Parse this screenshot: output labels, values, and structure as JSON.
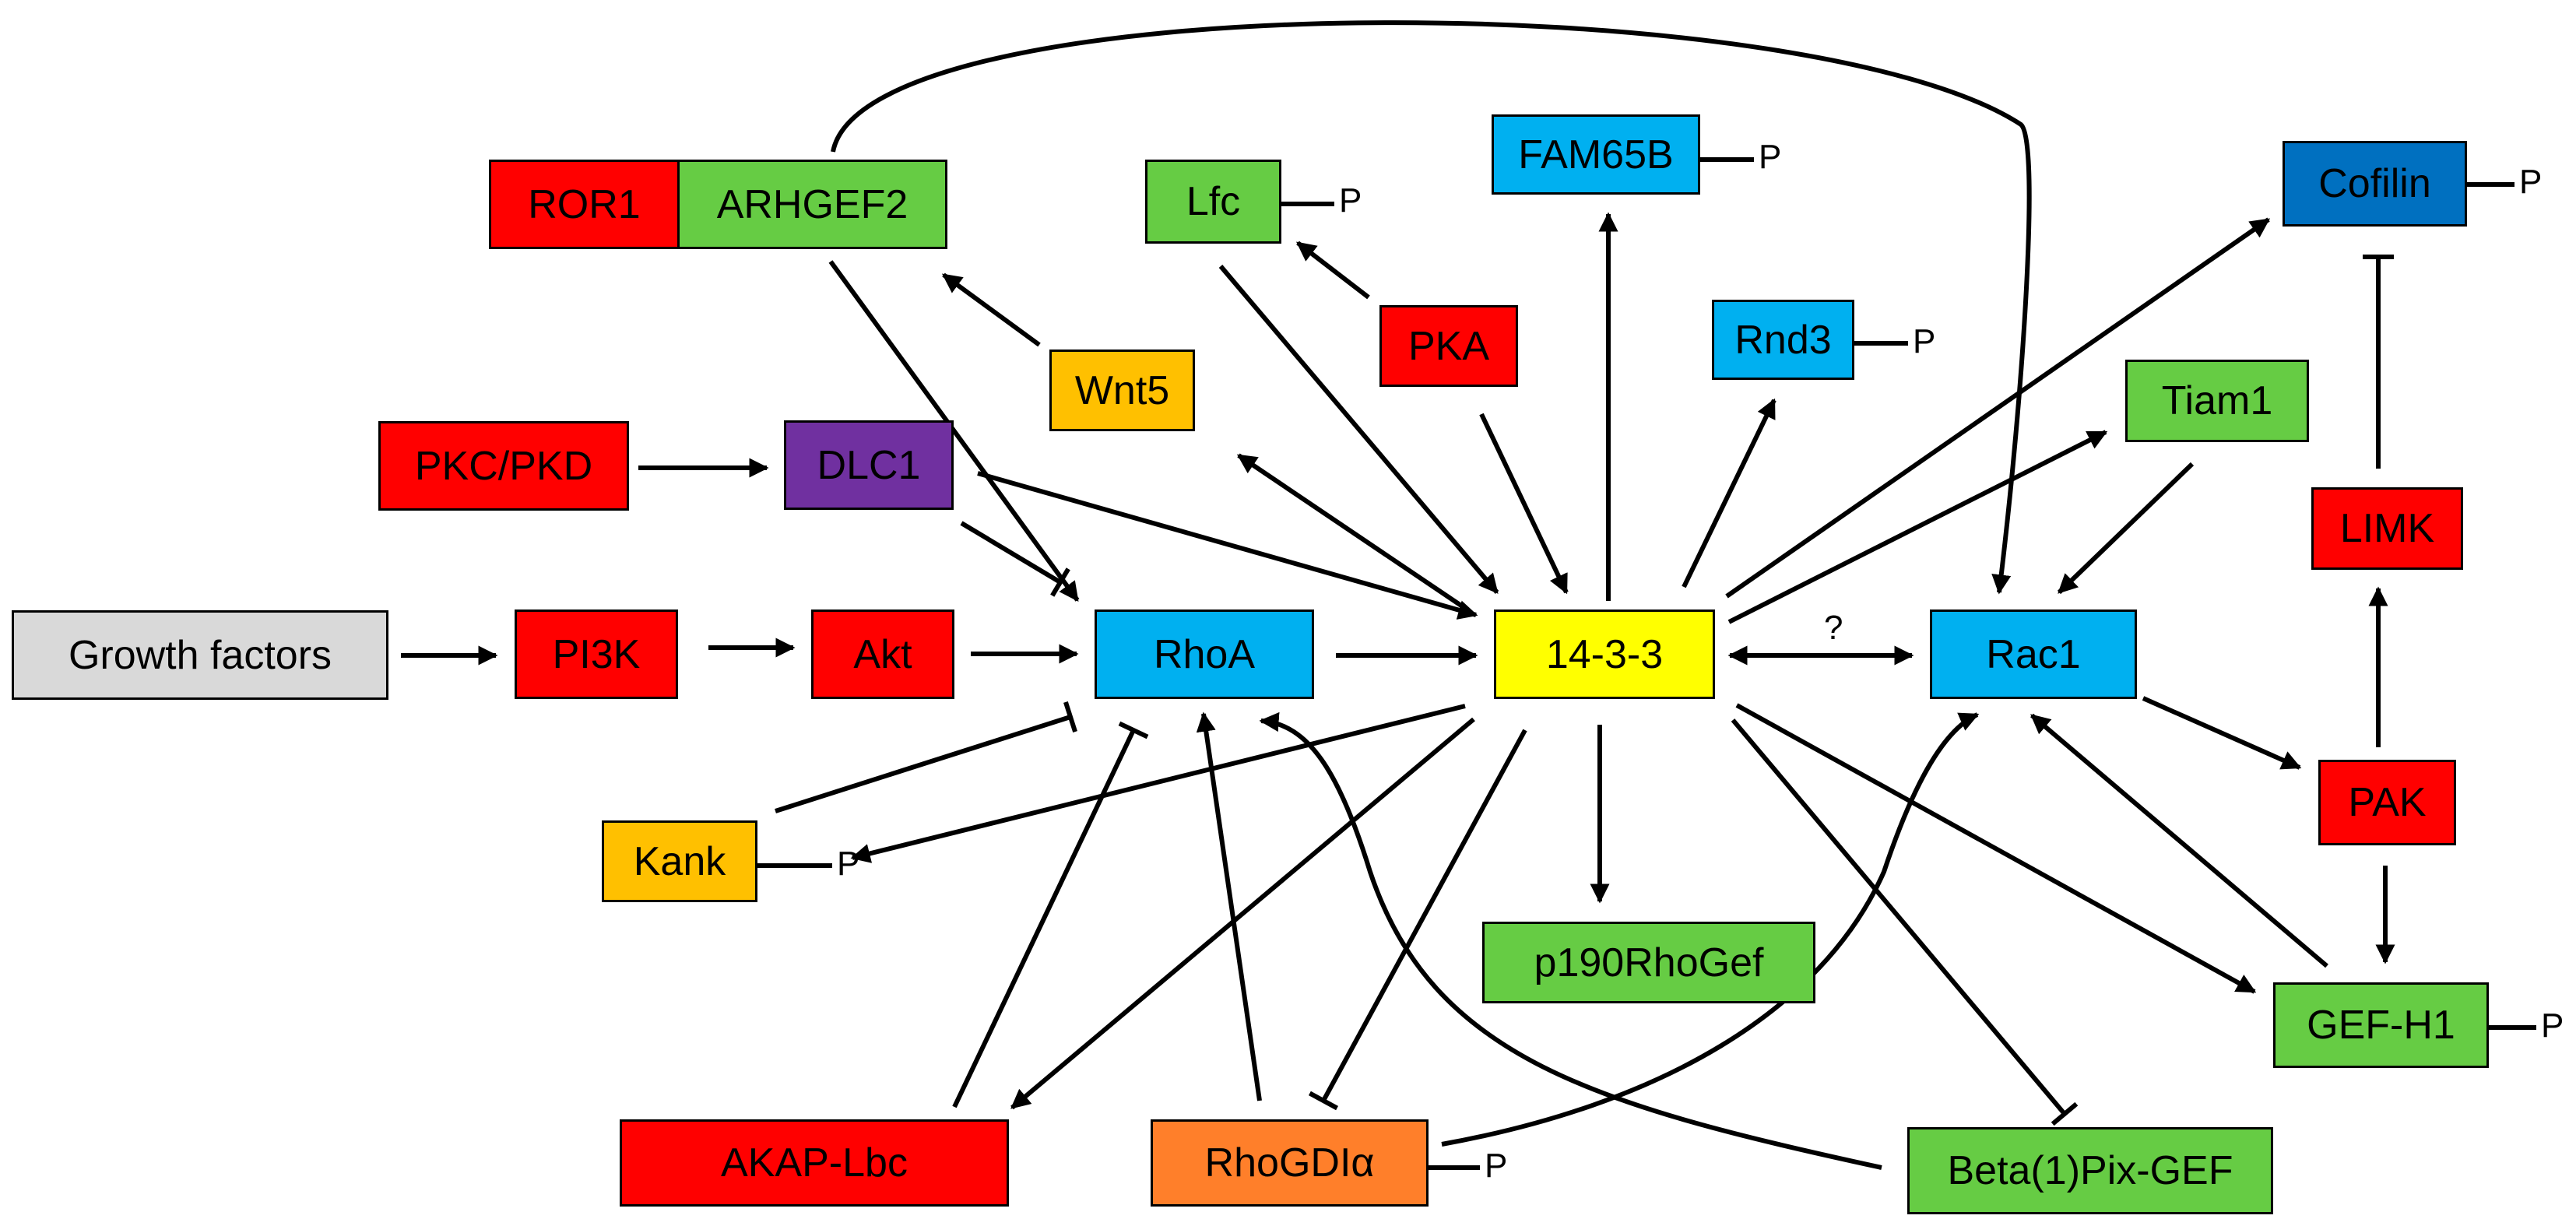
{
  "colors": {
    "red": "#ff0000",
    "green": "#66cc44",
    "light_blue": "#00b0f0",
    "dark_blue": "#0070c0",
    "yellow": "#ffff00",
    "orange_yellow": "#ffc000",
    "purple": "#7030a0",
    "gray": "#d9d9d9",
    "orange": "#ff7f2a",
    "edge": "#000000"
  },
  "nodes": {
    "ror1": {
      "label": "ROR1",
      "fill": "red",
      "text": "#000000"
    },
    "arhgef2": {
      "label": "ARHGEF2",
      "fill": "green",
      "text": "#000000"
    },
    "lfc": {
      "label": "Lfc",
      "fill": "green",
      "text": "#000000"
    },
    "fam65b": {
      "label": "FAM65B",
      "fill": "light_blue",
      "text": "#000000"
    },
    "cofilin": {
      "label": "Cofilin",
      "fill": "dark_blue",
      "text": "#000000"
    },
    "wnt5": {
      "label": "Wnt5",
      "fill": "orange_yellow",
      "text": "#000000"
    },
    "pka": {
      "label": "PKA",
      "fill": "red",
      "text": "#000000"
    },
    "rnd3": {
      "label": "Rnd3",
      "fill": "light_blue",
      "text": "#000000"
    },
    "tiam1": {
      "label": "Tiam1",
      "fill": "green",
      "text": "#000000"
    },
    "pkc_pkd": {
      "label": "PKC/PKD",
      "fill": "red",
      "text": "#000000"
    },
    "dlc1": {
      "label": "DLC1",
      "fill": "purple",
      "text": "#000000"
    },
    "limk": {
      "label": "LIMK",
      "fill": "red",
      "text": "#000000"
    },
    "growth_factors": {
      "label": "Growth factors",
      "fill": "gray",
      "text": "#000000"
    },
    "pi3k": {
      "label": "PI3K",
      "fill": "red",
      "text": "#000000"
    },
    "akt": {
      "label": "Akt",
      "fill": "red",
      "text": "#000000"
    },
    "rhoa": {
      "label": "RhoA",
      "fill": "light_blue",
      "text": "#000000"
    },
    "p1433": {
      "label": "14-3-3",
      "fill": "yellow",
      "text": "#000000"
    },
    "rac1": {
      "label": "Rac1",
      "fill": "light_blue",
      "text": "#000000"
    },
    "pak": {
      "label": "PAK",
      "fill": "red",
      "text": "#000000"
    },
    "kank": {
      "label": "Kank",
      "fill": "orange_yellow",
      "text": "#000000"
    },
    "p190rhogef": {
      "label": "p190RhoGef",
      "fill": "green",
      "text": "#000000"
    },
    "gefh1": {
      "label": "GEF-H1",
      "fill": "green",
      "text": "#000000"
    },
    "akap_lbc": {
      "label": "AKAP-Lbc",
      "fill": "red",
      "text": "#000000"
    },
    "rhogdia": {
      "label": "RhoGDIα",
      "fill": "orange",
      "text": "#000000"
    },
    "beta1pix": {
      "label": "Beta(1)Pix-GEF",
      "fill": "green",
      "text": "#000000"
    }
  },
  "phospho": {
    "lfc": "P",
    "fam65b": "P",
    "cofilin": "P",
    "rnd3": "P",
    "kank": "P",
    "gefh1": "P",
    "rhogdia": "P"
  },
  "edge_labels": {
    "p1433_rac1": "?"
  },
  "edges": [
    {
      "id": "growth_factors-pi3k",
      "type": "arrow"
    },
    {
      "id": "pi3k-akt",
      "type": "arrow"
    },
    {
      "id": "akt-rhoa",
      "type": "arrow"
    },
    {
      "id": "rhoa-p1433",
      "type": "arrow"
    },
    {
      "id": "p1433-rac1",
      "type": "double-arrow"
    },
    {
      "id": "pkc_pkd-dlc1",
      "type": "arrow"
    },
    {
      "id": "dlc1-rhoa",
      "type": "inhibit"
    },
    {
      "id": "dlc1-p1433",
      "type": "arrow"
    },
    {
      "id": "arhgef2-rhoa",
      "type": "arrow"
    },
    {
      "id": "arhgef2-rac1",
      "type": "arrow"
    },
    {
      "id": "wnt5-arhgef2",
      "type": "arrow"
    },
    {
      "id": "p1433-wnt5",
      "type": "arrow"
    },
    {
      "id": "lfc-p1433",
      "type": "arrow"
    },
    {
      "id": "pka-lfc",
      "type": "arrow"
    },
    {
      "id": "pka-p1433",
      "type": "arrow"
    },
    {
      "id": "p1433-fam65b",
      "type": "arrow"
    },
    {
      "id": "p1433-rnd3",
      "type": "arrow"
    },
    {
      "id": "p1433-cofilin",
      "type": "arrow"
    },
    {
      "id": "p1433-tiam1",
      "type": "arrow"
    },
    {
      "id": "tiam1-rac1",
      "type": "arrow"
    },
    {
      "id": "limk-cofilin",
      "type": "inhibit"
    },
    {
      "id": "pak-limk",
      "type": "arrow"
    },
    {
      "id": "rac1-pak",
      "type": "arrow"
    },
    {
      "id": "pak-gefh1",
      "type": "arrow"
    },
    {
      "id": "gefh1-rac1",
      "type": "arrow"
    },
    {
      "id": "p1433-gefh1",
      "type": "arrow"
    },
    {
      "id": "p1433-p190rhogef",
      "type": "arrow"
    },
    {
      "id": "p1433-beta1pix",
      "type": "inhibit"
    },
    {
      "id": "beta1pix-rhoa",
      "type": "arrow"
    },
    {
      "id": "p1433-rhogdia",
      "type": "inhibit"
    },
    {
      "id": "rhogdia-rhoa",
      "type": "arrow"
    },
    {
      "id": "rhogdia-rac1",
      "type": "arrow"
    },
    {
      "id": "akap_lbc-rhoa",
      "type": "inhibit"
    },
    {
      "id": "p1433-akap_lbc",
      "type": "arrow"
    },
    {
      "id": "kank-rhoa",
      "type": "inhibit"
    },
    {
      "id": "p1433-kank",
      "type": "arrow"
    }
  ]
}
